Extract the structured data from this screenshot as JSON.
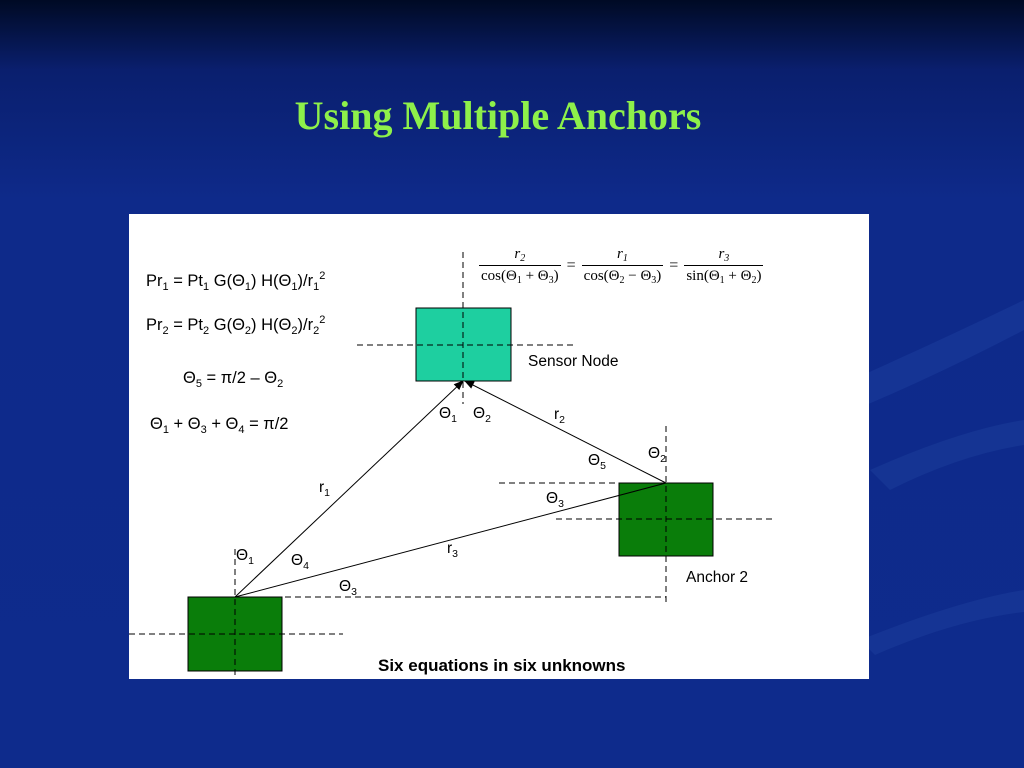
{
  "slide": {
    "title": "Using Multiple Anchors",
    "caption": "Six equations in six unknowns"
  },
  "equations": {
    "pr1": {
      "lhs": "Pr",
      "lhs_sub": "1",
      "a": " = Pt",
      "a_sub": "1",
      "b": " G(Θ",
      "b_sub": "1",
      "c": ") H(Θ",
      "c_sub": "1",
      "d": ")/r",
      "d_sub": "1",
      "d_sup": "2"
    },
    "pr2": {
      "lhs": "Pr",
      "lhs_sub": "2",
      "a": " = Pt",
      "a_sub": "2",
      "b": " G(Θ",
      "b_sub": "2",
      "c": ") H(Θ",
      "c_sub": "2",
      "d": ")/r",
      "d_sub": "2",
      "d_sup": "2"
    },
    "theta5": {
      "lhs": "Θ",
      "lhs_sub": "5",
      "rhs_a": " = π/2 – Θ",
      "rhs_sub": "2"
    },
    "sum": {
      "t1": "Θ",
      "t1_sub": "1",
      "t2": " + Θ",
      "t2_sub": "3",
      "t3": " + Θ",
      "t3_sub": "4",
      "rhs": " = π/2"
    },
    "ratio": {
      "f1_num": "r",
      "f1_num_sub": "2",
      "f1_den_a": "cos(Θ",
      "f1_den_s1": "1",
      "f1_den_b": " + Θ",
      "f1_den_s2": "3",
      "f1_den_c": ")",
      "eq1": "=",
      "f2_num": "r",
      "f2_num_sub": "1",
      "f2_den_a": "cos(Θ",
      "f2_den_s1": "2",
      "f2_den_b": " − Θ",
      "f2_den_s2": "3",
      "f2_den_c": ")",
      "eq2": "=",
      "f3_num": "r",
      "f3_num_sub": "3",
      "f3_den_a": "sin(Θ",
      "f3_den_s1": "1",
      "f3_den_b": " + Θ",
      "f3_den_s2": "2",
      "f3_den_c": ")"
    }
  },
  "diagram": {
    "sensor_node_label": "Sensor Node",
    "anchor2_label": "Anchor 2",
    "labels": {
      "theta1_top": {
        "t": "Θ",
        "s": "1"
      },
      "theta2_top": {
        "t": "Θ",
        "s": "2"
      },
      "r2": {
        "t": "r",
        "s": "2"
      },
      "theta5": {
        "t": "Θ",
        "s": "5"
      },
      "theta2_right": {
        "t": "Θ",
        "s": "2"
      },
      "theta3_right": {
        "t": "Θ",
        "s": "3"
      },
      "r1": {
        "t": "r",
        "s": "1"
      },
      "r3": {
        "t": "r",
        "s": "3"
      },
      "theta1_bottom": {
        "t": "Θ",
        "s": "1"
      },
      "theta4": {
        "t": "Θ",
        "s": "4"
      },
      "theta3_bottom": {
        "t": "Θ",
        "s": "3"
      }
    },
    "colors": {
      "sensor_node": "#1ecfa0",
      "anchor": "#0a7d0a",
      "title": "#8ef04a"
    }
  }
}
